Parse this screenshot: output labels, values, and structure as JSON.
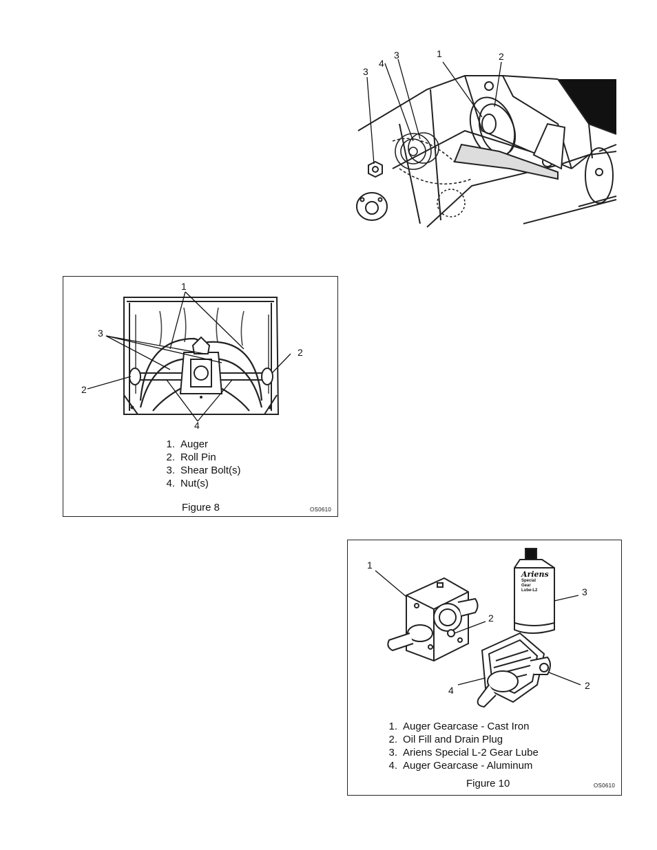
{
  "figure9": {
    "callouts": [
      "1",
      "2",
      "3",
      "4",
      "3"
    ]
  },
  "figure8": {
    "callouts": [
      "1",
      "2",
      "2",
      "3",
      "4"
    ],
    "legend": [
      {
        "n": "1.",
        "text": "Auger"
      },
      {
        "n": "2.",
        "text": "Roll Pin"
      },
      {
        "n": "3.",
        "text": "Shear Bolt(s)"
      },
      {
        "n": "4.",
        "text": "Nut(s)"
      }
    ],
    "caption": "Figure 8",
    "code": "OS0610"
  },
  "figure10": {
    "callouts": [
      "1",
      "2",
      "3",
      "4",
      "2"
    ],
    "bottle_label": [
      "Ariens",
      "Special",
      "Gear",
      "Lube-L2"
    ],
    "legend": [
      {
        "n": "1.",
        "text": "Auger Gearcase - Cast Iron"
      },
      {
        "n": "2.",
        "text": "Oil Fill and Drain Plug"
      },
      {
        "n": "3.",
        "text": "Ariens Special L-2 Gear Lube"
      },
      {
        "n": "4.",
        "text": "Auger Gearcase - Aluminum"
      }
    ],
    "caption": "Figure 10",
    "code": "OS0610"
  }
}
